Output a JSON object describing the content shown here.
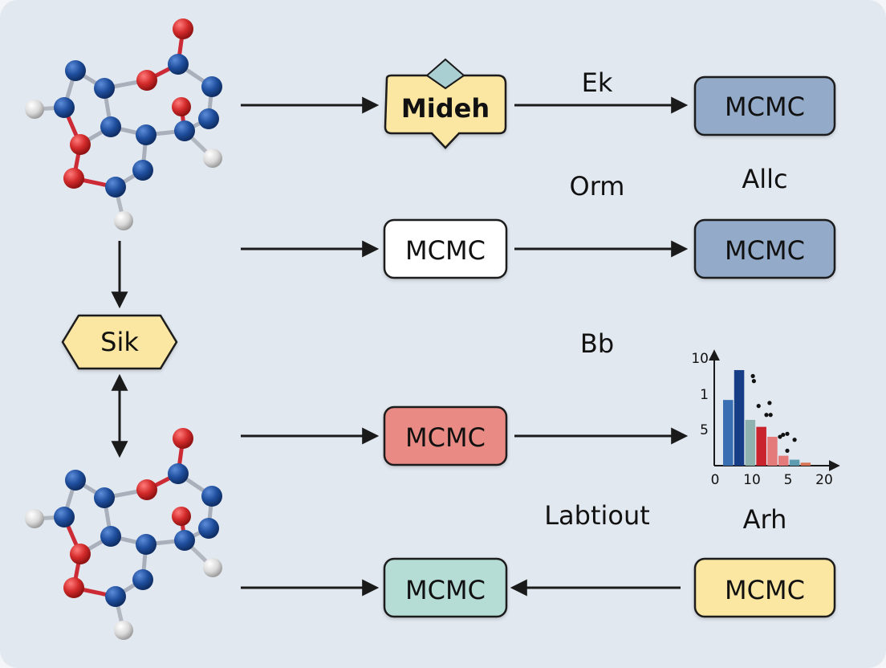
{
  "nodes": {
    "mideh": "Mideh",
    "mcmc_top_right": "MCMC",
    "mcmc_mid_left": "MCMC",
    "mcmc_mid_right": "MCMC",
    "sik": "Sik",
    "mcmc_red": "MCMC",
    "mcmc_green": "MCMC",
    "mcmc_yellow": "MCMC"
  },
  "labels": {
    "ek": "Ek",
    "orm": "Orm",
    "allc": "Allc",
    "bb": "Bb",
    "labtiout": "Labtiout",
    "arh": "Arh"
  },
  "colors": {
    "yellow": "#fbe6a2",
    "blue": "#93aac8",
    "white": "#ffffff",
    "red": "#e98a85",
    "green": "#b5ddd5",
    "teal": "#a9cfd2",
    "atom_blue": "#1f4f9e",
    "atom_red": "#d32a2a",
    "atom_white": "#d8d8d8"
  },
  "chart_data": {
    "type": "bar",
    "y_tick_labels": [
      "10",
      "1",
      "5"
    ],
    "x_tick_labels": [
      "0",
      "10",
      "5",
      "20"
    ],
    "bar_heights": [
      6.6,
      9.6,
      4.6,
      3.9,
      2.9,
      1.0,
      0.6,
      0.3
    ],
    "bar_colors": [
      "#3a6eb2",
      "#163d86",
      "#90b2ae",
      "#c9232e",
      "#e47a79",
      "#e47a79",
      "#5c9bb0",
      "#d97455"
    ],
    "ylim": [
      0,
      10
    ],
    "scatter": [
      [
        7.4,
        9.0
      ],
      [
        7.6,
        8.5
      ],
      [
        10.6,
        6.3
      ],
      [
        8.5,
        6.0
      ],
      [
        10.0,
        5.1
      ],
      [
        10.8,
        5.1
      ],
      [
        13.2,
        3.1
      ],
      [
        14.0,
        3.2
      ],
      [
        15.4,
        2.6
      ],
      [
        12.6,
        2.9
      ],
      [
        14.0,
        1.5
      ]
    ]
  }
}
